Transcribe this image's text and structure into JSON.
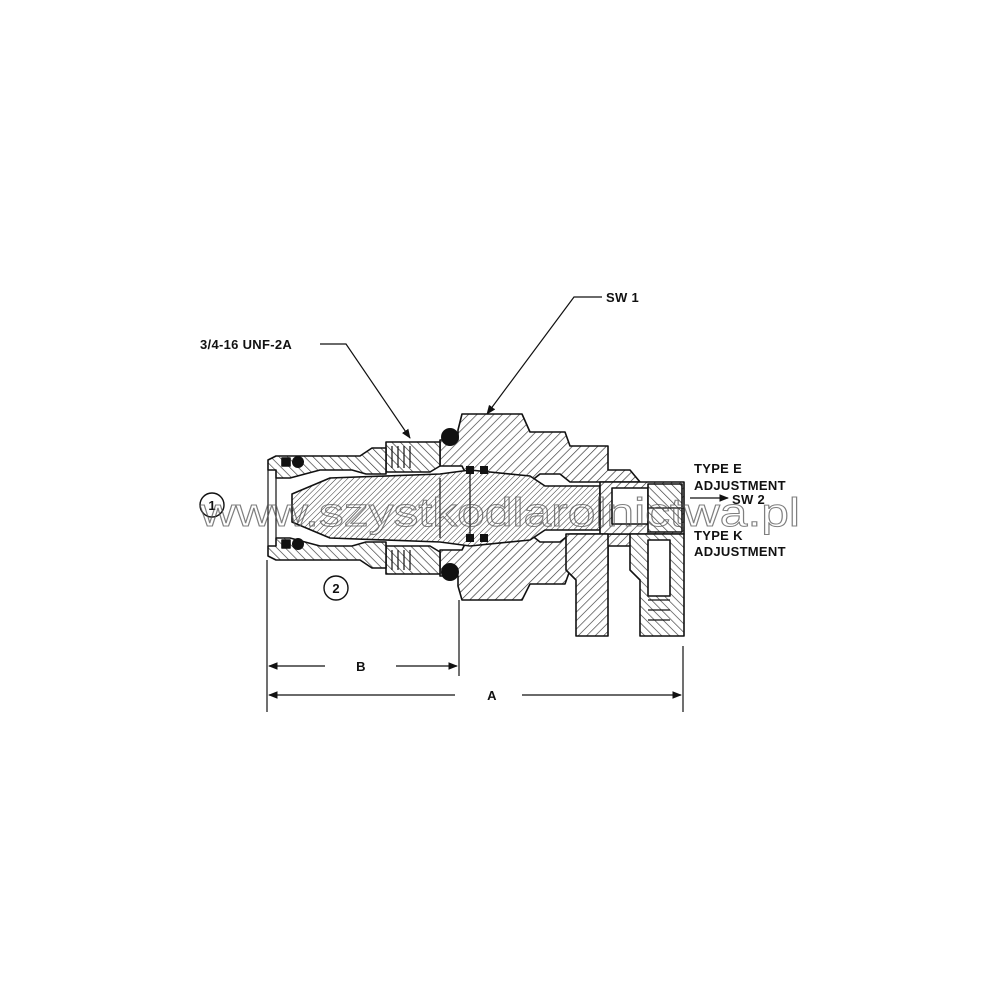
{
  "callouts": {
    "thread": "3/4-16 UNF-2A",
    "sw1": "SW 1",
    "type_e": "TYPE E",
    "type_e_adj": "ADJUSTMENT",
    "sw2": "SW 2",
    "type_k": "TYPE K",
    "type_k_adj": "ADJUSTMENT"
  },
  "ports": {
    "port1": "1",
    "port2": "2"
  },
  "dimensions": {
    "a": "A",
    "b": "B"
  },
  "watermark": "www.szystkodlarolnictwa.pl",
  "colors": {
    "ink": "#111111",
    "hatch": "#333333",
    "background": "#ffffff"
  }
}
